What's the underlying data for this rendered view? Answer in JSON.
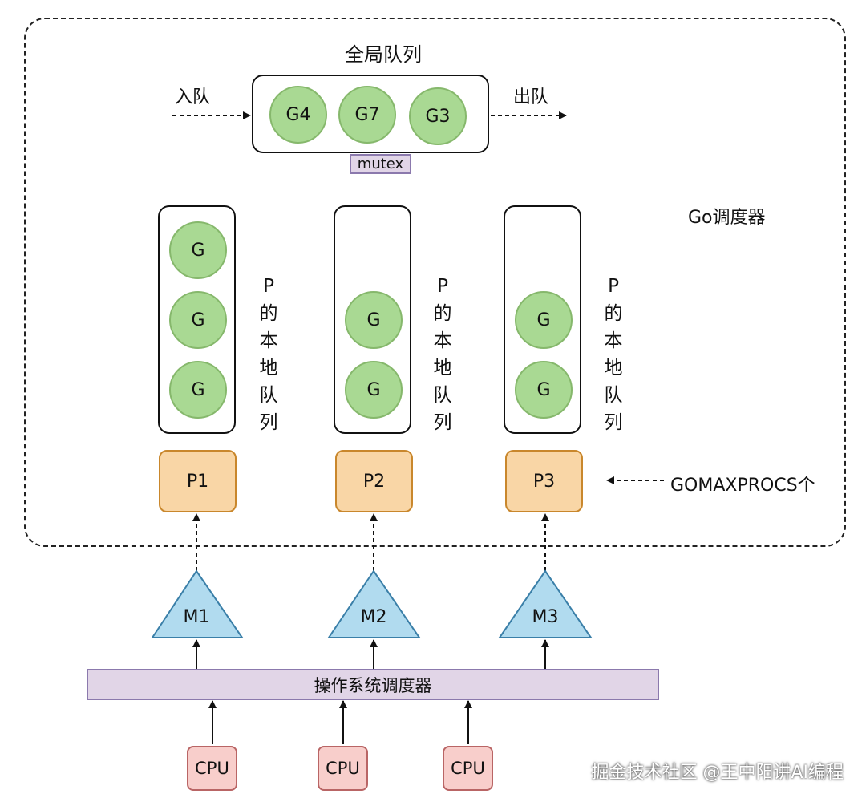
{
  "global_queue": {
    "title": "全局队列",
    "enqueue_label": "入队",
    "dequeue_label": "出队",
    "items": [
      "G4",
      "G7",
      "G3"
    ],
    "lock_label": "mutex"
  },
  "scheduler_label": "Go调度器",
  "local_queue_label": [
    "P",
    "的",
    "本",
    "地",
    "队",
    "列"
  ],
  "processors": [
    {
      "name": "P1",
      "goroutines": [
        "G",
        "G",
        "G"
      ]
    },
    {
      "name": "P2",
      "goroutines": [
        "G",
        "G"
      ]
    },
    {
      "name": "P3",
      "goroutines": [
        "G",
        "G"
      ]
    }
  ],
  "gomaxprocs_label": "GOMAXPROCS个",
  "threads": [
    "M1",
    "M2",
    "M3"
  ],
  "os_scheduler_label": "操作系统调度器",
  "cpus": [
    "CPU",
    "CPU",
    "CPU"
  ],
  "watermark": "掘金技术社区 @王中阳讲AI编程",
  "colors": {
    "goroutine": "#a9d993",
    "processor": "#f9d6a6",
    "thread": "#b1dbef",
    "cpu": "#f8cecb",
    "os_scheduler": "#e1d5e7"
  }
}
